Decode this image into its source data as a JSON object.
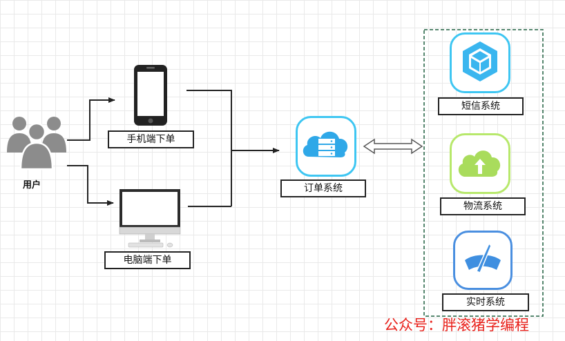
{
  "nodes": {
    "user": "用户",
    "mobile_order": "手机端下单",
    "pc_order": "电脑端下单",
    "order_system": "订单系统",
    "sms_system": "短信系统",
    "logistics_system": "物流系统",
    "realtime_system": "实时系统"
  },
  "colors": {
    "order_tile_border": "#3ec6f2",
    "sms_tile_border": "#3ec6f2",
    "logistics_tile_border": "#b7e86b",
    "realtime_tile_border": "#4a8fe0",
    "group_border": "#1d5e3e"
  },
  "watermark": "公众号：胖滚猪学编程"
}
